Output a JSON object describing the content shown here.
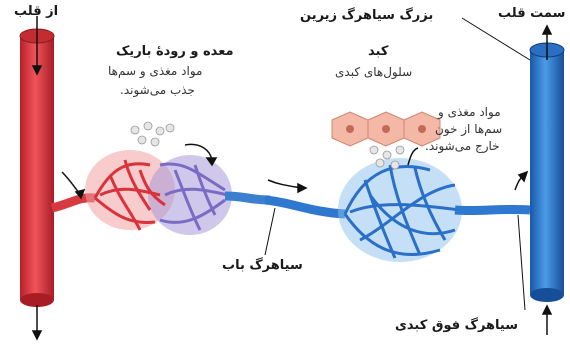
{
  "labels": {
    "from_heart": "از قلب",
    "to_heart": "سمت قلب",
    "inferior_vena_cava": "بزرگ سیاهرگ زیرین",
    "stomach_intestine": {
      "title": "معده و رودهٔ باریک",
      "line1": "مواد مغذی و سم‌ها",
      "line2": "جذب می‌شوند."
    },
    "liver": {
      "title": "کبد",
      "subtitle": "سلول‌های کبدی"
    },
    "liver_note": {
      "line1": "مواد مغذی و",
      "line2": "سم‌ها از خون",
      "line3": "خارج می‌شوند."
    },
    "portal_vein": "سیاهرگ باب",
    "hepatic_vein": "سیاهرگ فوق کبدی"
  },
  "colors": {
    "artery": "#d9323a",
    "vein": "#1f6fc4",
    "mixed": "#8a7cc4",
    "text": "#1a1a1a"
  }
}
